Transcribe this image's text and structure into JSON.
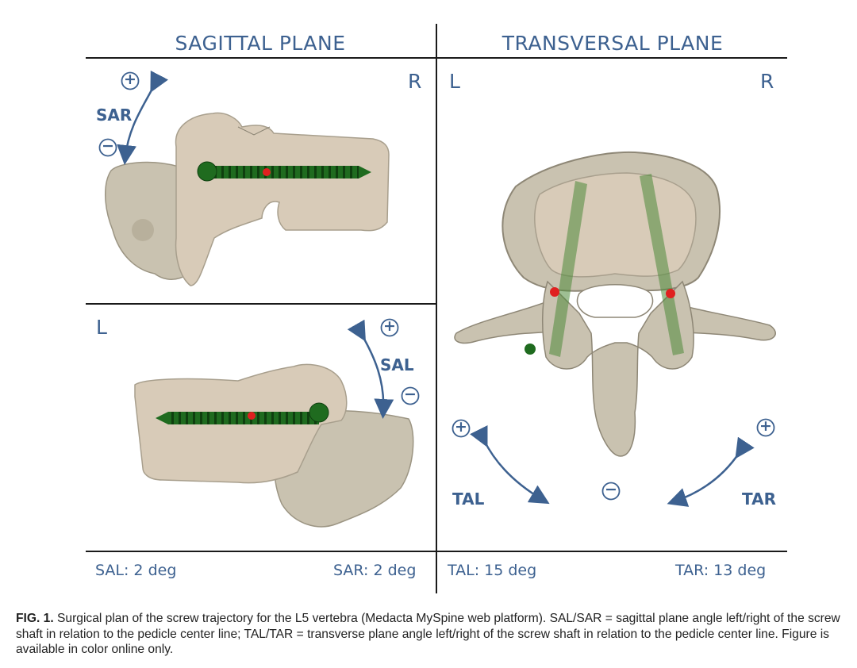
{
  "figure": {
    "headers": {
      "sagittal": "SAGITTAL PLANE",
      "transversal": "TRANSVERSAL PLANE"
    },
    "side_labels": {
      "sagittal_top_right": "R",
      "sagittal_bottom_left": "L",
      "transversal_left": "L",
      "transversal_right": "R"
    },
    "angle_labels": {
      "sar": "SAR",
      "sal": "SAL",
      "tal": "TAL",
      "tar": "TAR"
    },
    "signs": {
      "plus": "+",
      "minus": "−"
    },
    "readouts": {
      "sal": "SAL: 2 deg",
      "sar": "SAR: 2 deg",
      "tal": "TAL: 15 deg",
      "tar": "TAR: 13 deg"
    },
    "colors": {
      "label_blue": "#3d6190",
      "bone_beige": "#d8cbb8",
      "bone_gray": "#c9c2b0",
      "screw_green": "#1f6b1f",
      "center_red": "#e02020"
    }
  },
  "caption": {
    "label": "FIG. 1.",
    "text": " Surgical plan of the screw trajectory for the L5 vertebra (Medacta MySpine web platform). SAL/SAR = sagittal plane angle left/right of the screw shaft in relation to the pedicle center line; TAL/TAR = transverse plane angle left/right of the screw shaft in relation to the pedicle center line. Figure is available in color online only."
  }
}
